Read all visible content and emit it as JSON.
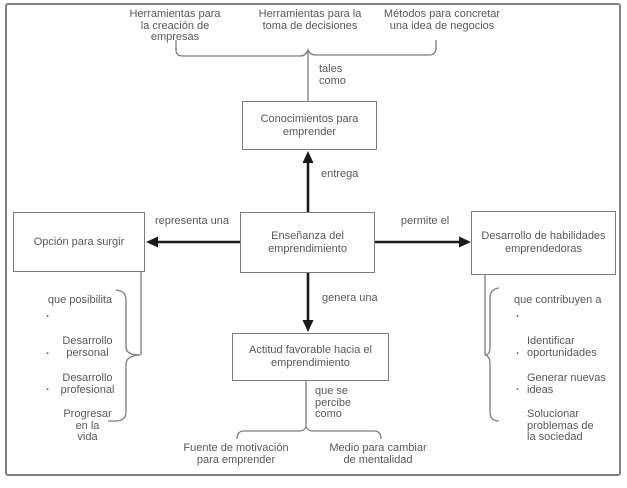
{
  "diagram_title": "Concept map: Enseñanza del emprendimiento",
  "colors": {
    "background": "#ffffff",
    "frame_border": "#7e8082",
    "node_border": "#7b7d80",
    "connector_line": "#7b7d80",
    "arrow": "#1a1a1a",
    "text": "#57585a"
  },
  "top_labels": [
    {
      "text": "Herramientas para\nla creación de\nempresas"
    },
    {
      "text": "Herramientas para la\ntoma de decisiones"
    },
    {
      "text": "Métodos para concretar\nuna idea de negocios"
    }
  ],
  "nodes": {
    "conocimientos": "Conocimientos para\nemprender",
    "ensenanza": "Enseñanza del\nemprendimiento",
    "opcion": "Opción para surgir",
    "desarrollo": "Desarrollo de habilidades\nemprendedoras",
    "actitud": "Actitud favorable hacia el\nemprendimiento"
  },
  "edge_labels": {
    "tales_como": "tales\ncomo",
    "entrega": "entrega",
    "representa_una": "representa una",
    "permite_el": "permite el",
    "genera_una": "genera una",
    "que_se_percibe_como": "que se\npercibe\ncomo"
  },
  "left_list": {
    "intro": "que posibilita",
    "bullet": "·",
    "items": [
      "Desarrollo\npersonal",
      "Desarrollo\nprofesional",
      "Progresar\nen la\nvida"
    ]
  },
  "right_list": {
    "intro": "que contribuyen a",
    "bullet": "·",
    "items": [
      "Identificar\noportunidades",
      "Generar nuevas\nideas",
      "Solucionar\nproblemas de\nla sociedad"
    ]
  },
  "bottom_labels": [
    {
      "text": "Fuente de motivación\npara emprender"
    },
    {
      "text": "Medio para cambiar\nde mentalidad"
    }
  ]
}
